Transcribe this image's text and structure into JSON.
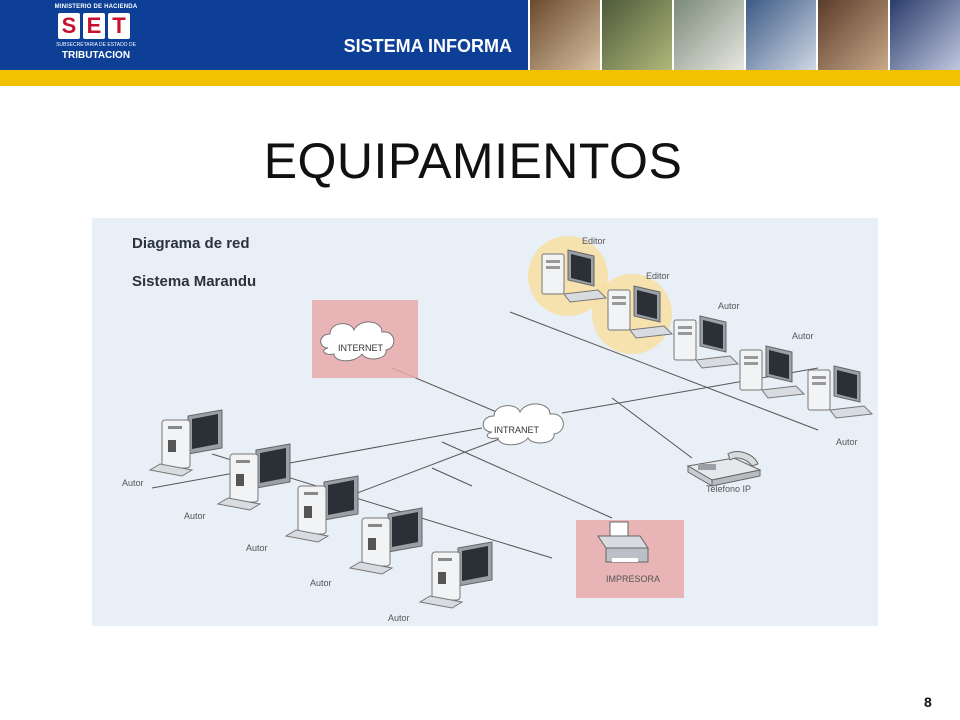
{
  "header": {
    "logo": {
      "top_text": "MINISTERIO DE HACIENDA",
      "letters": [
        "S",
        "E",
        "T"
      ],
      "sub_text": "SUBSECRETARIA DE ESTADO DE",
      "bottom_text": "TRIBUTACION"
    },
    "system_label": "SISTEMA INFORMA",
    "photo_strip": [
      {
        "name": "operator-photo",
        "colors": [
          "#6a4a2e",
          "#d8c0a0"
        ]
      },
      {
        "name": "dotcom-photo",
        "colors": [
          "#4e5a3a",
          "#b0b87a"
        ]
      },
      {
        "name": "mouse-photo",
        "colors": [
          "#7a8a7a",
          "#e8e8e0"
        ]
      },
      {
        "name": "ok-cancel-keys-photo",
        "colors": [
          "#3c5a86",
          "#d0d8e4"
        ]
      },
      {
        "name": "keyboard-typing-photo",
        "colors": [
          "#5a3c2a",
          "#c8a888"
        ]
      },
      {
        "name": "cd-disc-photo",
        "colors": [
          "#2a3c6a",
          "#c0c8e0"
        ]
      }
    ],
    "colors": {
      "blue": "#0c3f95",
      "yellow": "#f2c200"
    }
  },
  "title": "EQUIPAMIENTOS",
  "diagram": {
    "heading": "Diagrama de red",
    "subheading": "Sistema Marandu",
    "internet_label": "INTERNET",
    "intranet_label": "INTRANET",
    "printer_label": "IMPRESORA",
    "phone_label": "Telefono IP",
    "right_workstations": [
      {
        "label": "Editor",
        "highlighted": true
      },
      {
        "label": "Editor",
        "highlighted": true
      },
      {
        "label": "Autor",
        "highlighted": false
      },
      {
        "label": "Autor",
        "highlighted": false
      },
      {
        "label": "Autor",
        "highlighted": false
      }
    ],
    "left_workstations": [
      {
        "label": "Autor"
      },
      {
        "label": "Autor"
      },
      {
        "label": "Autor"
      },
      {
        "label": "Autor"
      },
      {
        "label": "Autor"
      }
    ],
    "colors": {
      "background": "#e9eff6",
      "pink_box": "#e9a9a9",
      "highlight": "#f7df9c",
      "line": "#555555"
    }
  },
  "page_number": "8"
}
